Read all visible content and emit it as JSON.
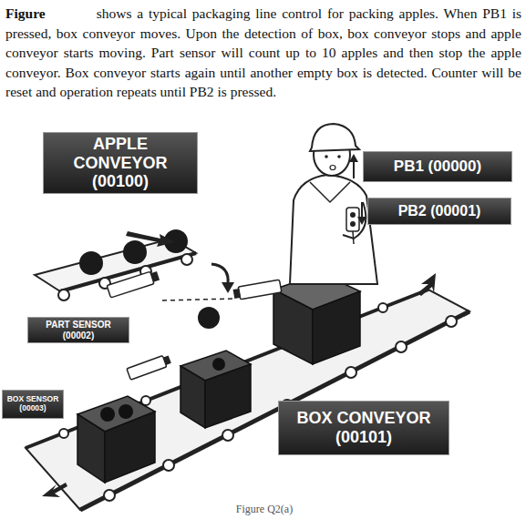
{
  "diagram": {
    "caption": "Figure Q2(a)",
    "nodes": [
      {
        "text": [
          "APPLE CONVEYOR (00100)"
        ]
      },
      {
        "text": [
          "PB1 (00000)"
        ]
      },
      {
        "text": [
          "PB2 (00001)"
        ]
      },
      {
        "text": [
          "PART SENSOR (00002)"
        ]
      },
      {
        "text": [
          "BOX SENSOR (00003)"
        ]
      },
      {
        "text": [
          "BOX CONVEYOR (00101)"
        ]
      }
    ],
    "labels": [
      "Figure",
      "shows a typical packaging line control for packing apples. When PB1 is pressed, box conveyor moves. Upon the detection of box, box conveyor stops and apple conveyor starts moving. Part sensor will count up to 10 apples and then stop the apple conveyor. Box conveyor starts again until another empty box is detected. Counter will be reset and operation repeats until PB2 is pressed."
    ]
  }
}
